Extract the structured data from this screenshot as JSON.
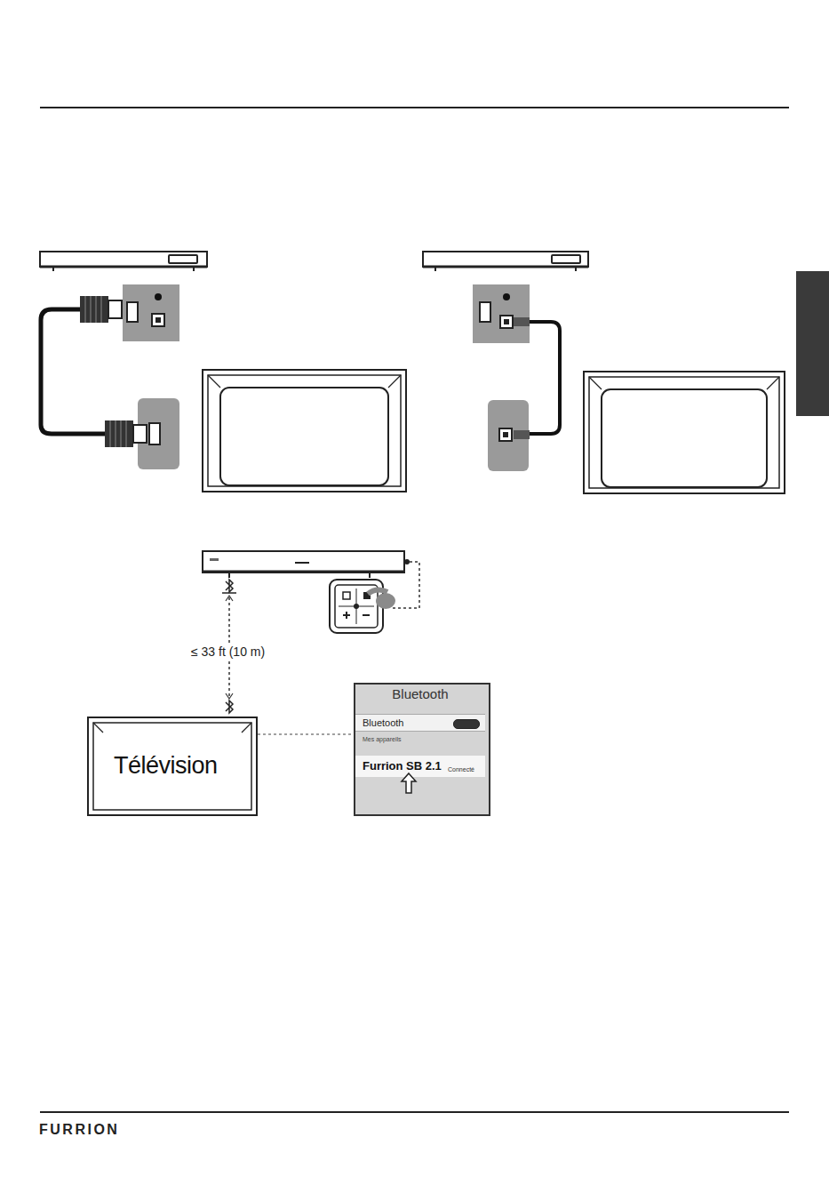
{
  "diagram": {
    "nodes": [
      {
        "text": [
          "Télévision"
        ]
      },
      {
        "text": [
          "Bluetooth",
          "Mes appareils"
        ]
      },
      {
        "text": [
          "Bluetooth"
        ],
        "in": 1
      },
      {
        "text": [
          "Furrion SB 2.1",
          "Connecté"
        ],
        "in": 1
      }
    ],
    "edges": [
      {
        "from": 0,
        "to": 1,
        "arrow": "none"
      }
    ],
    "labels": [
      "≤ 33 ft (10 m)",
      "FURRION"
    ]
  }
}
